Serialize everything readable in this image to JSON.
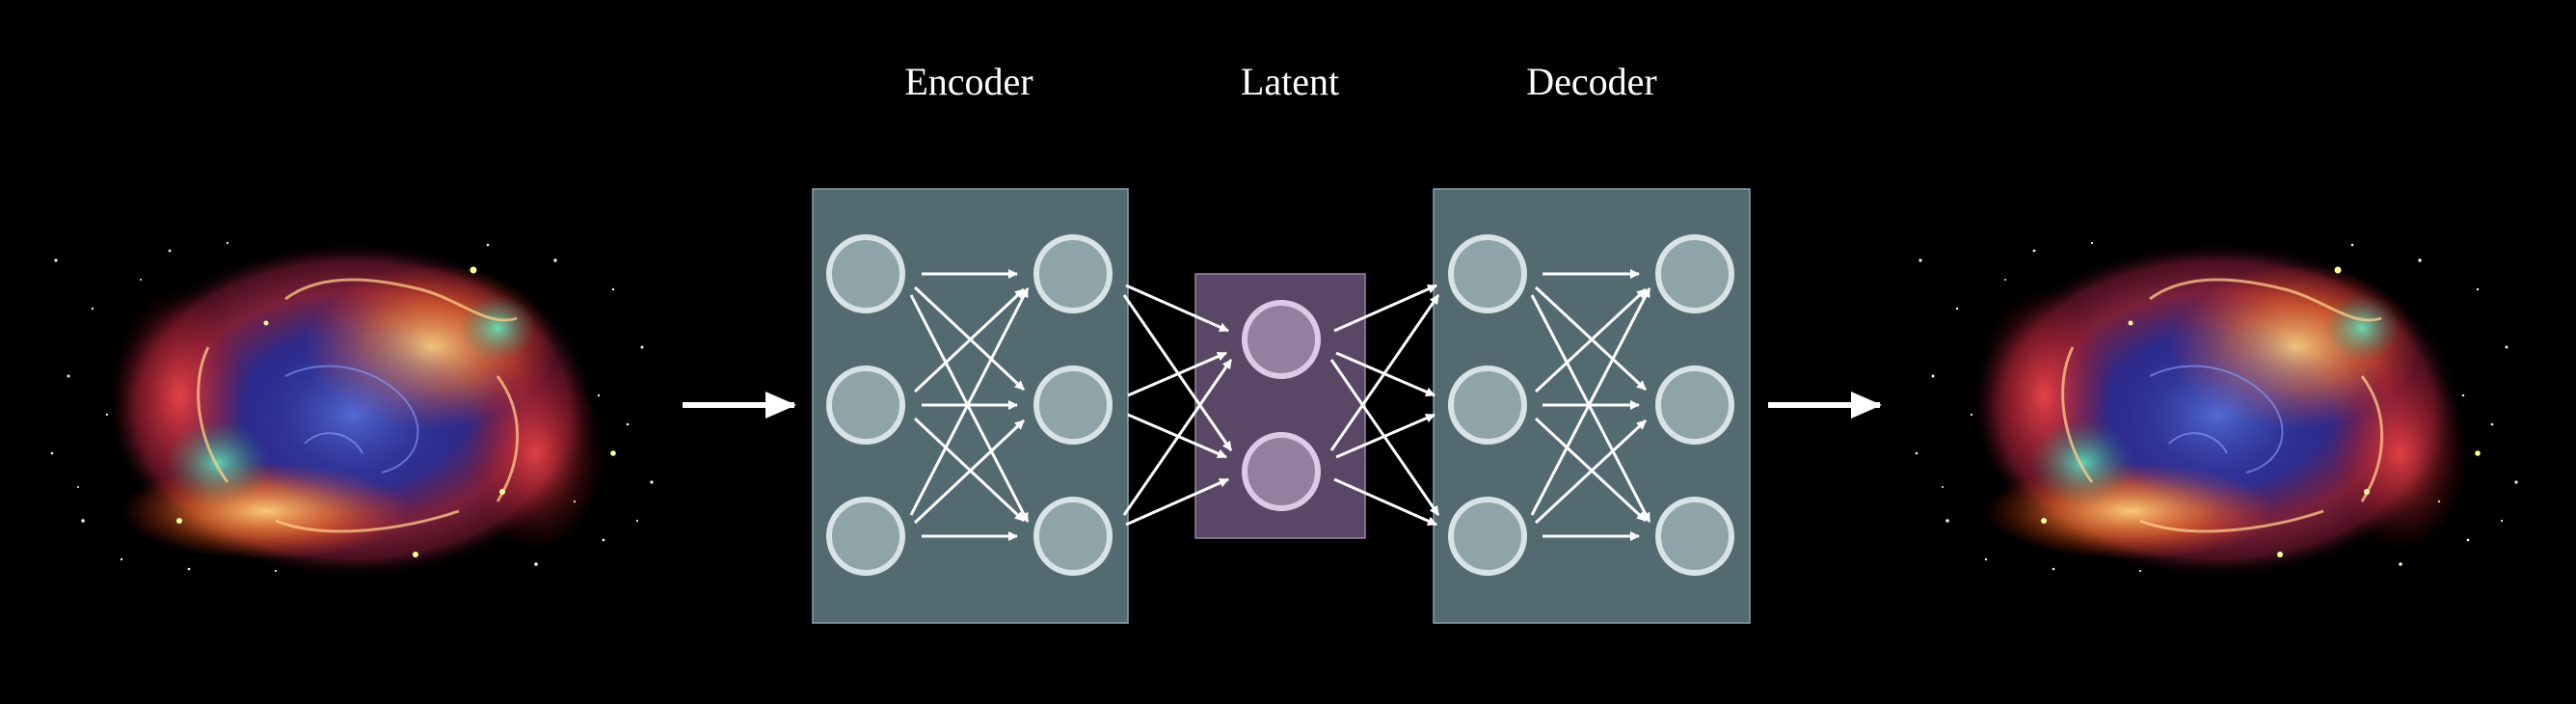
{
  "labels": {
    "encoder": "Encoder",
    "latent": "Latent",
    "decoder": "Decoder"
  },
  "images": {
    "input": "supernova-remnant-nebula",
    "output": "supernova-remnant-nebula"
  },
  "network": {
    "encoder_layers": [
      3,
      3
    ],
    "latent_nodes": 2,
    "decoder_layers": [
      3,
      3
    ]
  },
  "colors": {
    "background": "#000000",
    "encoder_box": "#536a70",
    "decoder_box": "#536a70",
    "latent_box": "#5a4766",
    "encoder_node": "#8fa4a8",
    "latent_node": "#93809e",
    "node_stroke": "#d8e3e6",
    "latent_node_stroke": "#dccbe6",
    "arrow": "#ffffff"
  }
}
